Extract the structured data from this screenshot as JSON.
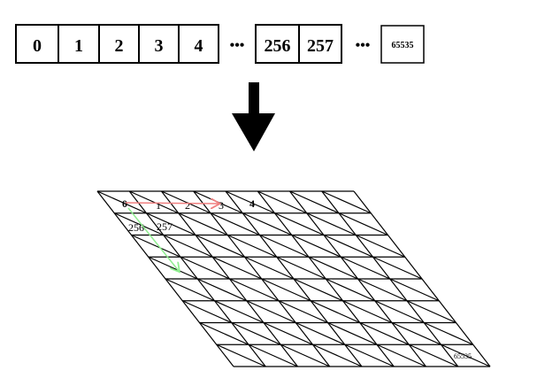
{
  "array": {
    "cells": [
      "0",
      "1",
      "2",
      "3",
      "4",
      "256",
      "257",
      "65535"
    ],
    "ellipsis": "•••"
  },
  "grid": {
    "rows": 8,
    "cols": 8,
    "labels": [
      "0",
      "1",
      "2",
      "3",
      "4",
      "256",
      "257",
      "65535"
    ]
  },
  "colors": {
    "row_arrow": "#f08080",
    "col_arrow": "#90ee90",
    "stroke": "#000000"
  }
}
